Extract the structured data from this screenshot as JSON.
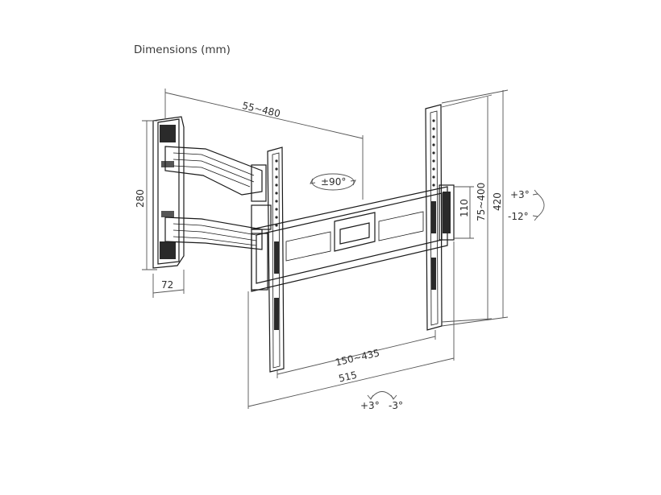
{
  "title": "Dimensions (mm)",
  "labels": {
    "arm_extension": "55~480",
    "swivel": "±90°",
    "wall_plate_height": "280",
    "wall_plate_width": "72",
    "vesa_vertical_small": "110",
    "vesa_vertical_range": "75~400",
    "overall_height": "420",
    "tilt_up": "+3°",
    "tilt_down": "-12°",
    "vesa_horizontal_range": "150~435",
    "overall_width": "515",
    "rotate_plus": "+3°",
    "rotate_minus": "-3°"
  },
  "colors": {
    "line": "#1a1a1a",
    "dimension": "#555555",
    "fill_dark": "#2a2a2a",
    "fill_mid": "#8a8a8a"
  }
}
